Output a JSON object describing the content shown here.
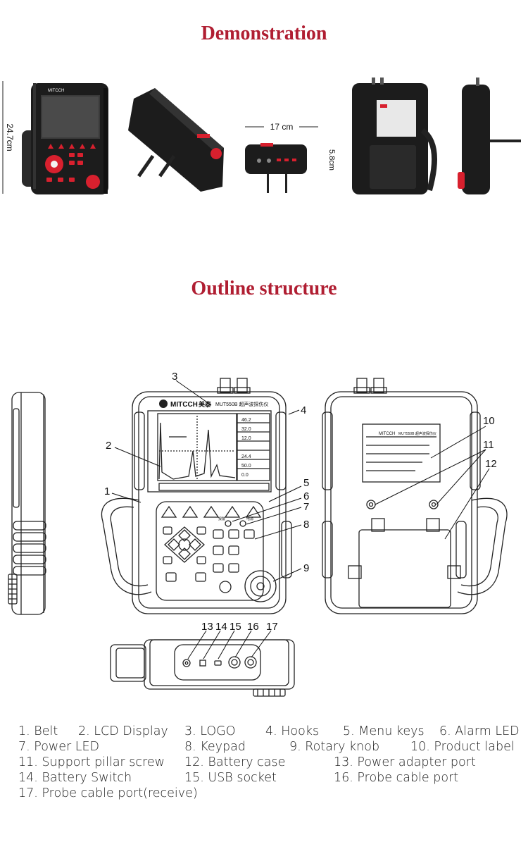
{
  "titles": {
    "demo": "Demonstration",
    "outline": "Outline structure"
  },
  "dimensions": {
    "height": "24.7cm",
    "width": "17 cm",
    "depth": "5.8cm"
  },
  "device": {
    "brand": "MITCCH",
    "brand_cn": "美泰",
    "model": "MUT550B 超声波探伤仪",
    "panel_model": "MUT550B 超声波探伤仪",
    "led_alarm": "报警",
    "led_power": "电源",
    "readouts": [
      "46.2",
      "32.0",
      "12.0",
      "24.4",
      "50.0",
      "0.0"
    ]
  },
  "callouts": [
    "1",
    "2",
    "3",
    "4",
    "5",
    "6",
    "7",
    "8",
    "9",
    "10",
    "11",
    "12",
    "13",
    "14",
    "15",
    "16",
    "17"
  ],
  "legend": [
    "1. Belt",
    "2. LCD Display",
    "3. LOGO",
    "4. Hooks",
    "5. Menu keys",
    "6. Alarm LED",
    "7. Power LED",
    "8. Keypad",
    "9. Rotary knob",
    "10. Product label",
    "11. Support pillar screw",
    "12. Battery case",
    "13. Power adapter port",
    "14. Battery Switch",
    "15. USB socket",
    "16. Probe cable port",
    "17. Probe cable port(receive)"
  ],
  "colors": {
    "title": "#b01e32",
    "device": "#1c1c1c",
    "accent": "#d8202e"
  }
}
